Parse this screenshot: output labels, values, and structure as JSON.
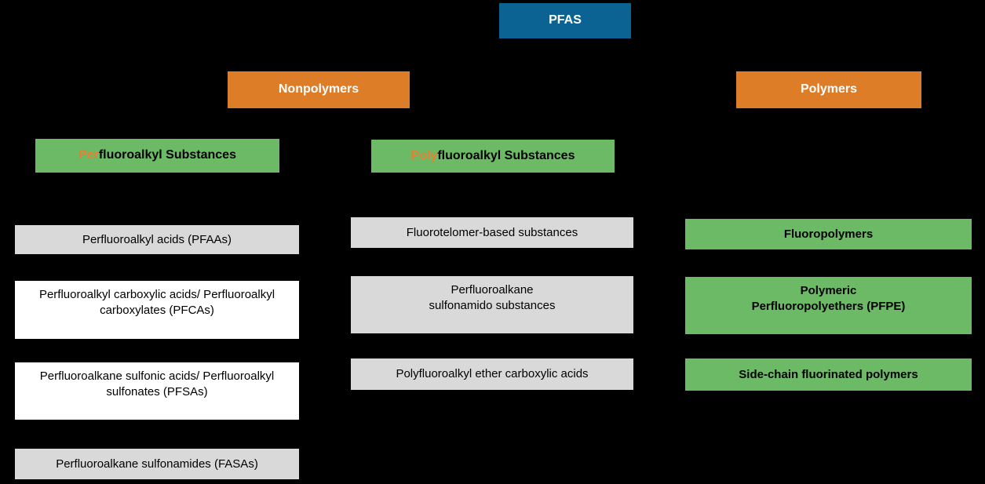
{
  "diagram": {
    "title": "PFAS classification tree",
    "colors": {
      "background": "#000000",
      "root_blue": "#0B6394",
      "branch_orange": "#DE7D28",
      "green": "#6CB966",
      "gray": "#D9D9D9",
      "white": "#FFFFFF",
      "prefix_orange_text": "#ED7D31"
    },
    "root": {
      "label": "PFAS"
    },
    "branches": {
      "nonpolymers": {
        "label": "Nonpolymers"
      },
      "polymers": {
        "label": "Polymers"
      }
    },
    "headers": {
      "perfluoroalkyl": {
        "prefix": "Per",
        "rest": "fluoroalkyl Substances"
      },
      "polyfluoroalkyl": {
        "prefix": "Poly",
        "rest": "fluoroalkyl Substances"
      }
    },
    "perfluoroalkyl_items": [
      {
        "label": "Perfluoroalkyl acids (PFAAs)"
      },
      {
        "label": "Perfluoroalkyl carboxylic acids/ Perfluoroalkyl\ncarboxylates (PFCAs)"
      },
      {
        "label": "Perfluoroalkane sulfonic acids/ Perfluoroalkyl\nsulfonates (PFSAs)"
      },
      {
        "label": "Perfluoroalkane sulfonamides (FASAs)"
      }
    ],
    "polyfluoroalkyl_items": [
      {
        "label": "Fluorotelomer-based substances"
      },
      {
        "label": "Perfluoroalkane\nsulfonamido substances"
      },
      {
        "label": "Polyfluoroalkyl ether carboxylic acids"
      }
    ],
    "polymer_items": [
      {
        "label": "Fluoropolymers"
      },
      {
        "label": "Polymeric\nPerfluoropolyethers (PFPE)"
      },
      {
        "label": "Side-chain fluorinated polymers"
      }
    ]
  }
}
